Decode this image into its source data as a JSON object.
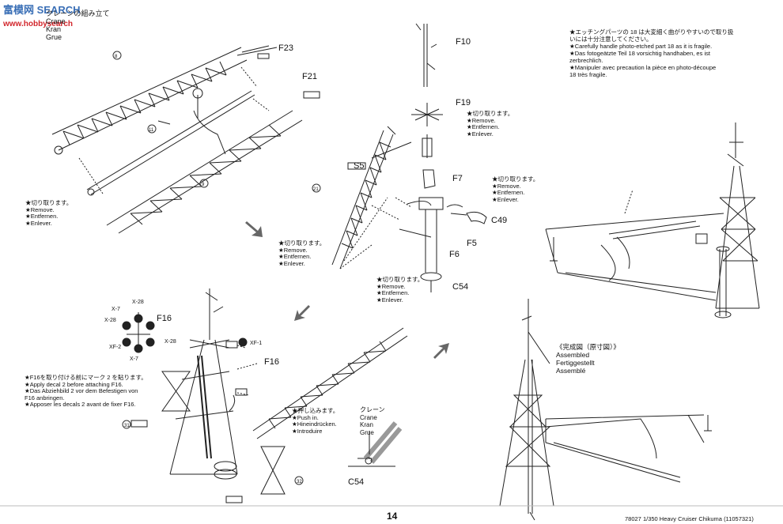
{
  "watermark": {
    "brand": "SEARCH",
    "brand_cn": "富模网",
    "url": "www.hobbysearch"
  },
  "step1": {
    "title_jp": "クレーンの組み立て",
    "title": [
      "Crane",
      "Kran",
      "Grue"
    ],
    "parts": {
      "f23": "F23",
      "f21": "F21"
    },
    "callouts": {
      "8": "8",
      "9": "9",
      "11": "11"
    },
    "remove": [
      "★切り取ります。",
      "★Remove.",
      "★Entfernen.",
      "★Enlever."
    ]
  },
  "step2": {
    "parts": {
      "f10": "F10",
      "f19": "F19",
      "s5": "S5",
      "f7": "F7",
      "c49": "C49",
      "f5": "F5",
      "f6": "F6",
      "c54": "C54"
    },
    "callouts": {
      "21": "21"
    },
    "remove_a": [
      "★切り取ります。",
      "★Remove.",
      "★Entfernen.",
      "★Enlever."
    ],
    "remove_b": [
      "★切り取ります。",
      "★Remove.",
      "★Entfernen.",
      "★Enlever."
    ],
    "remove_c": [
      "★切り取ります。",
      "★Remove.",
      "★Entfernen.",
      "★Enlever."
    ],
    "remove_d": [
      "★切り取ります。",
      "★Remove.",
      "★Entfernen.",
      "★Enlever."
    ]
  },
  "caution": [
    "★エッチングパーツの 18 は大変細く曲がりやすいので取り扱",
    "いには十分注意してください。",
    "★Carefully handle photo-etched part 18 as it is fragile.",
    "★Das fotogeätzte Teil 18 vorsichtig handhaben, es ist",
    "zerbrechlich.",
    "★Manipuler avec precaution la pièce en photo-découpe",
    "18 très fragile."
  ],
  "step3": {
    "decals": {
      "x28a": "X-28",
      "x7a": "X-7",
      "x28b": "X-28",
      "x28c": "X-28",
      "xf2": "XF-2",
      "x7b": "X-7",
      "xf1": "XF-1"
    },
    "parts": {
      "f16a": "F16",
      "f16b": "F16",
      "c54": "C54"
    },
    "callouts": {
      "31": "31",
      "32": "32"
    },
    "decal_note": [
      "★F16を取り付ける前にマーク 2 を貼ります。",
      "★Apply decal 2 before attaching F16.",
      "★Das Abziehbild 2 vor dem Befestigen von",
      "F16 anbringen.",
      "★Apposer les decals 2 avant de fixer F16."
    ],
    "push": [
      "★押し込みます。",
      "★Push in.",
      "★Hineindrücken.",
      "★Introduire"
    ],
    "crane_label": [
      "クレーン",
      "Crane",
      "Kran",
      "Grue"
    ]
  },
  "assembled": [
    "《完成図（原寸図）》",
    "Assembled",
    "Fertiggestellt",
    "Assemblé"
  ],
  "footer": {
    "page": "14",
    "product": "78027 1/350 Heavy Cruiser Chikuma (11057321)"
  }
}
